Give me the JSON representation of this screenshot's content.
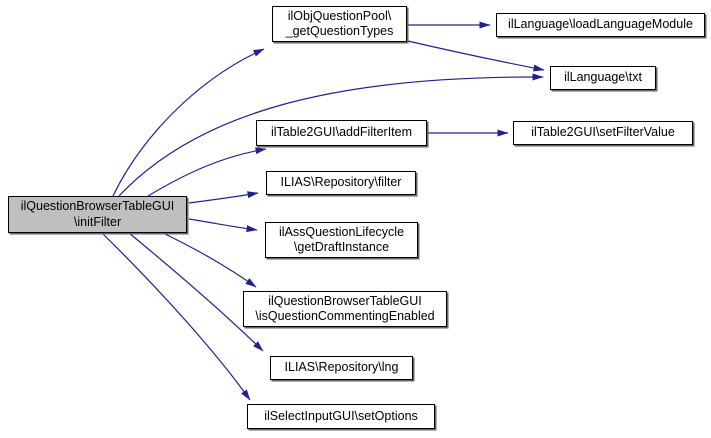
{
  "diagram": {
    "type": "call-graph",
    "colors": {
      "background": "#ffffff",
      "edge": "#20208f",
      "node_border": "#000000",
      "node_fill": "#ffffff",
      "highlight_fill": "#bfbfbf"
    },
    "nodes": [
      {
        "id": "initFilter",
        "label": "ilQuestionBrowserTableGUI\n\\initFilter",
        "highlighted": true
      },
      {
        "id": "getQuestionTypes",
        "label": "ilObjQuestionPool\\\n_getQuestionTypes",
        "highlighted": false
      },
      {
        "id": "loadLanguageModule",
        "label": "ilLanguage\\loadLanguageModule",
        "highlighted": false
      },
      {
        "id": "txt",
        "label": "ilLanguage\\txt",
        "highlighted": false
      },
      {
        "id": "addFilterItem",
        "label": "ilTable2GUI\\addFilterItem",
        "highlighted": false
      },
      {
        "id": "setFilterValue",
        "label": "ilTable2GUI\\setFilterValue",
        "highlighted": false
      },
      {
        "id": "repositoryFilter",
        "label": "ILIAS\\Repository\\filter",
        "highlighted": false
      },
      {
        "id": "getDraftInstance",
        "label": "ilAssQuestionLifecycle\n\\getDraftInstance",
        "highlighted": false
      },
      {
        "id": "isQuestionCommentingEnabled",
        "label": "ilQuestionBrowserTableGUI\n\\isQuestionCommentingEnabled",
        "highlighted": false
      },
      {
        "id": "repositoryLng",
        "label": "ILIAS\\Repository\\lng",
        "highlighted": false
      },
      {
        "id": "setOptions",
        "label": "ilSelectInputGUI\\setOptions",
        "highlighted": false
      }
    ],
    "edges": [
      {
        "from": "initFilter",
        "to": "getQuestionTypes"
      },
      {
        "from": "initFilter",
        "to": "txt"
      },
      {
        "from": "initFilter",
        "to": "addFilterItem"
      },
      {
        "from": "initFilter",
        "to": "repositoryFilter"
      },
      {
        "from": "initFilter",
        "to": "getDraftInstance"
      },
      {
        "from": "initFilter",
        "to": "isQuestionCommentingEnabled"
      },
      {
        "from": "initFilter",
        "to": "repositoryLng"
      },
      {
        "from": "initFilter",
        "to": "setOptions"
      },
      {
        "from": "getQuestionTypes",
        "to": "loadLanguageModule"
      },
      {
        "from": "getQuestionTypes",
        "to": "txt"
      },
      {
        "from": "addFilterItem",
        "to": "setFilterValue"
      }
    ]
  }
}
